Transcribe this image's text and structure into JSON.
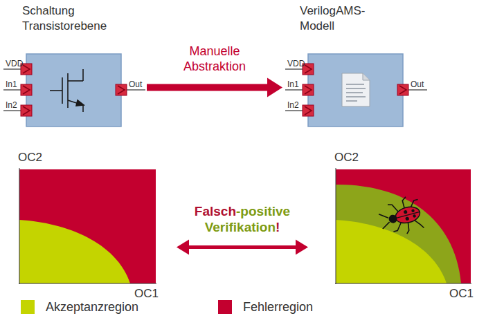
{
  "diagram": {
    "nodes": [
      {
        "text": [
          "Schaltung Transistorebene"
        ]
      },
      {
        "text": [
          "VerilogAMS- Modell"
        ]
      },
      {
        "text": [
          "OC2",
          "OC1"
        ]
      },
      {
        "text": [
          "OC2",
          "OC1"
        ]
      }
    ],
    "edges": [
      {
        "from": 0,
        "to": 1,
        "arrow": "to",
        "label": "Manuelle Abstraktion"
      },
      {
        "from": 2,
        "to": 3,
        "arrow": "both",
        "label": "Falsch-positive Verifikation!"
      }
    ],
    "labels": [
      "VDD",
      "In1",
      "In2",
      "Out",
      "VDD",
      "In1",
      "In2",
      "Out"
    ],
    "legend": [
      {
        "text": "Akzeptanzregion",
        "color": "#c4d400"
      },
      {
        "text": "Fehlerregion",
        "color": "#c3002f"
      }
    ]
  }
}
